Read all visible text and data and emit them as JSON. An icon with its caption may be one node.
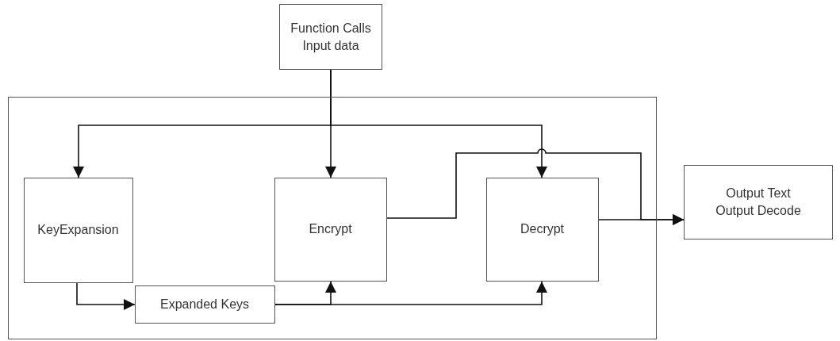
{
  "diagram": {
    "nodes": [
      {
        "text": [
          "Function Calls Input data"
        ]
      },
      {
        "text": [],
        "shape": "box"
      },
      {
        "text": [
          "KeyExpansion"
        ],
        "in": 1
      },
      {
        "text": [
          "Encrypt"
        ],
        "in": 1
      },
      {
        "text": [
          "Decrypt"
        ],
        "in": 1
      },
      {
        "text": [
          "Expanded Keys"
        ],
        "in": 1
      },
      {
        "text": [
          "Output Text Output Decode"
        ]
      }
    ],
    "edges": [
      {
        "from": 0,
        "to": 2,
        "arrow": "to"
      },
      {
        "from": 0,
        "to": 3,
        "arrow": "to"
      },
      {
        "from": 0,
        "to": 4,
        "arrow": "to"
      },
      {
        "from": 3,
        "to": 6,
        "arrow": "to"
      },
      {
        "from": 4,
        "to": 6,
        "arrow": "to"
      },
      {
        "from": 2,
        "to": 5,
        "arrow": "to"
      },
      {
        "from": 5,
        "to": 3,
        "arrow": "to"
      },
      {
        "from": 5,
        "to": 4,
        "arrow": "to"
      }
    ]
  }
}
